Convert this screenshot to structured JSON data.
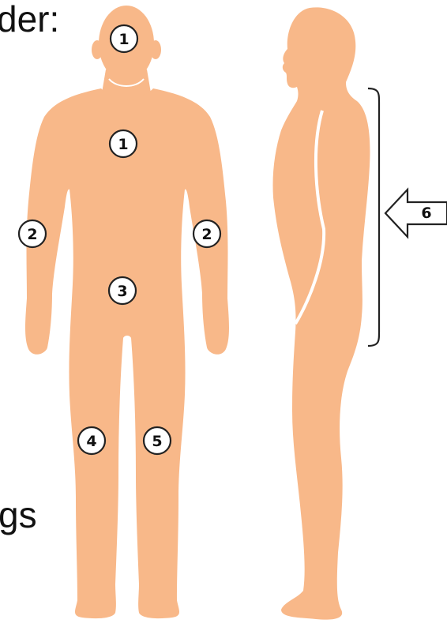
{
  "colors": {
    "skin": "#f8b889",
    "marker_fill": "#ffffff",
    "marker_stroke": "#222222",
    "text": "#111111"
  },
  "cut_text": {
    "top": "der:",
    "bottom": "gs"
  },
  "markers": {
    "face": "1",
    "chest": "1",
    "arm_right": "2",
    "arm_left": "2",
    "abdomen": "3",
    "knee_right": "4",
    "knee_left": "5",
    "back_arrow": "6"
  }
}
